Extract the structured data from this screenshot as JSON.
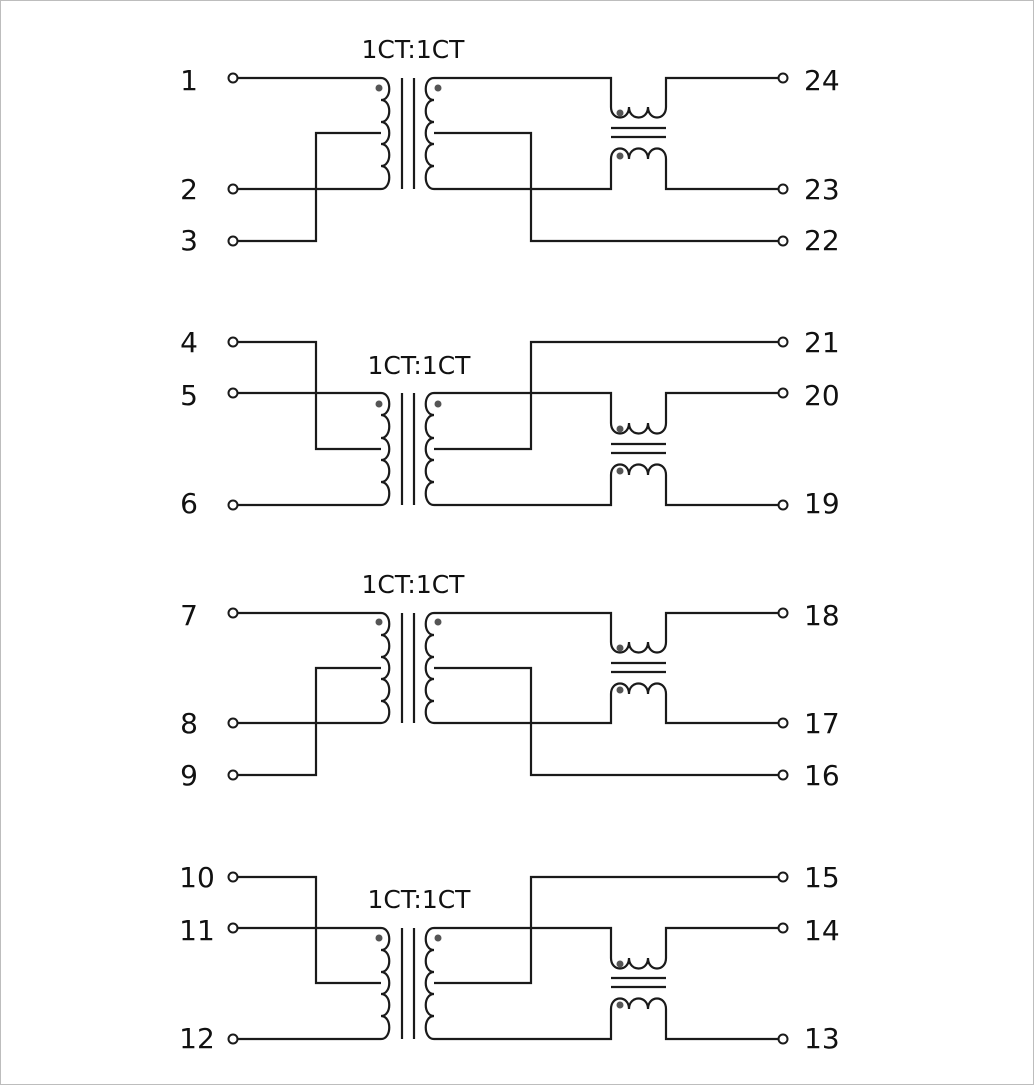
{
  "diagram": {
    "channels": [
      {
        "ratio": "1CT:1CT",
        "pins_left": [
          "1",
          "2",
          "3"
        ],
        "pins_right": [
          "24",
          "23",
          "22"
        ]
      },
      {
        "ratio": "1CT:1CT",
        "pins_left": [
          "4",
          "5",
          "6"
        ],
        "pins_right": [
          "21",
          "20",
          "19"
        ]
      },
      {
        "ratio": "1CT:1CT",
        "pins_left": [
          "7",
          "8",
          "9"
        ],
        "pins_right": [
          "18",
          "17",
          "16"
        ]
      },
      {
        "ratio": "1CT:1CT",
        "pins_left": [
          "10",
          "11",
          "12"
        ],
        "pins_right": [
          "15",
          "14",
          "13"
        ]
      }
    ]
  }
}
